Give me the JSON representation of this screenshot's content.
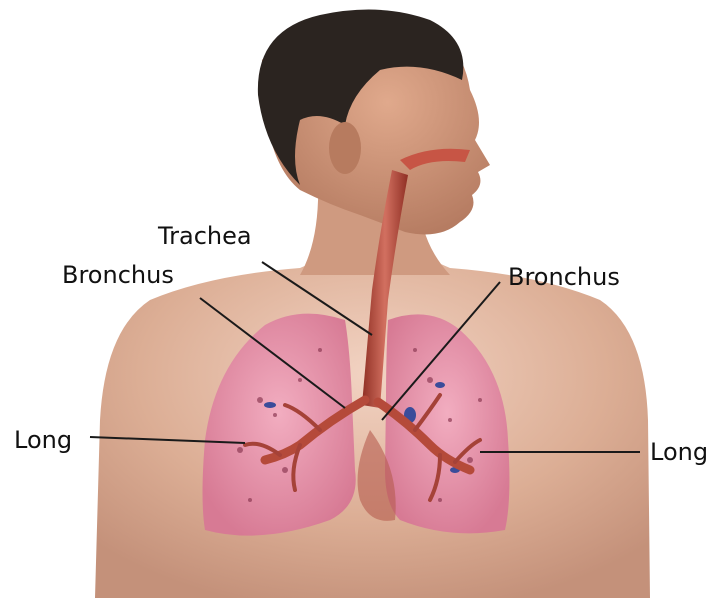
{
  "labels": {
    "trachea": "Trachea",
    "bronchus_left": "Bronchus",
    "bronchus_right": "Bronchus",
    "lung_left": "Long",
    "lung_right": "Long"
  },
  "colors": {
    "skin": "#d9a68c",
    "skin_shadow": "#c58c72",
    "hair": "#2b2420",
    "lung": "#e58fa5",
    "lung_dark": "#c96b84",
    "airway": "#b54a3a",
    "leader_line": "#1a1a1a"
  }
}
